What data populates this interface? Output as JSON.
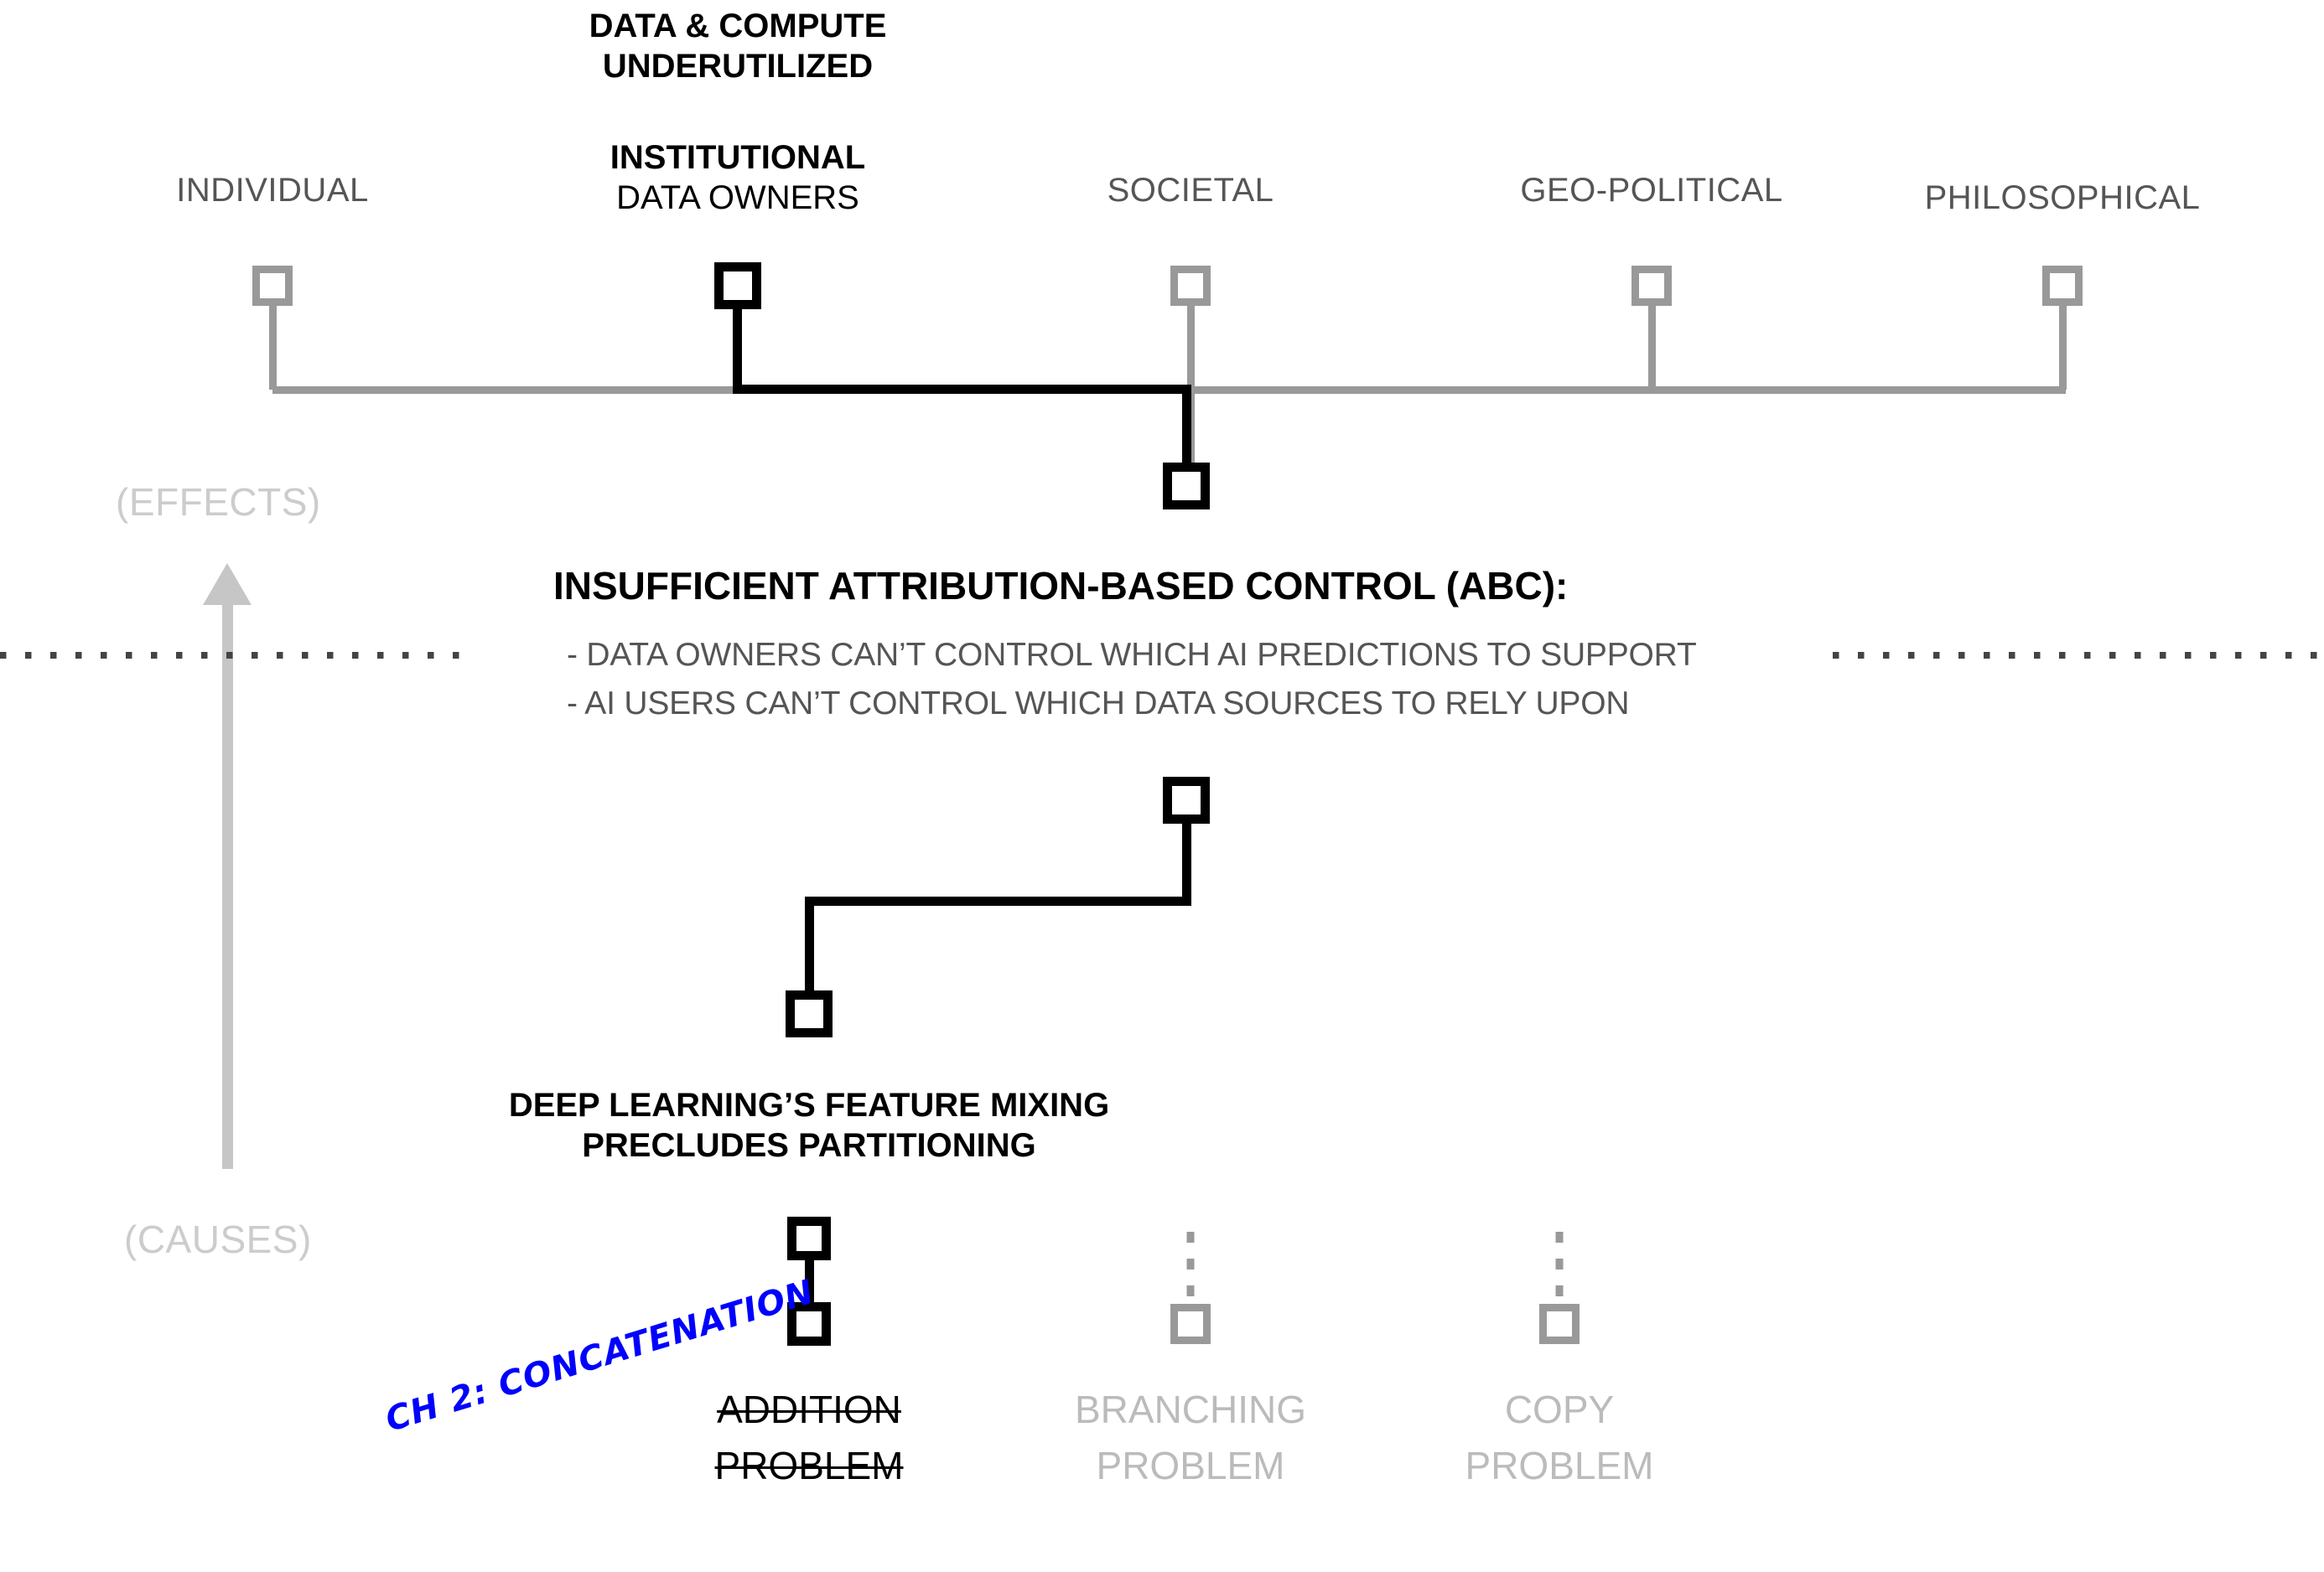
{
  "diagram": {
    "title_top": {
      "line1": "DATA & COMPUTE",
      "line2": "UNDERUTILIZED"
    },
    "tiers": [
      {
        "label": "INDIVIDUAL",
        "emphasis": "normal"
      },
      {
        "label": "INSTITUTIONAL",
        "sublabel": "DATA OWNERS",
        "emphasis": "bold"
      },
      {
        "label": "SOCIETAL",
        "emphasis": "normal"
      },
      {
        "label": "GEO-POLITICAL",
        "emphasis": "normal"
      },
      {
        "label": "PHILOSOPHICAL",
        "emphasis": "normal"
      }
    ],
    "axis": {
      "effects": "(EFFECTS)",
      "causes": "(CAUSES)"
    },
    "abc": {
      "title": "INSUFFICIENT ATTRIBUTION-BASED CONTROL (ABC):",
      "bullets": [
        "- DATA OWNERS CAN’T CONTROL WHICH AI PREDICTIONS TO SUPPORT",
        "- AI USERS CAN’T CONTROL WHICH DATA SOURCES TO RELY UPON"
      ]
    },
    "cause_block": {
      "line1": "DEEP LEARNING’S FEATURE MIXING",
      "line2": "PRECLUDES PARTITIONING"
    },
    "leaves": [
      {
        "line1": "ADDITION",
        "line2": "PROBLEM",
        "state": "struck"
      },
      {
        "line1": "BRANCHING",
        "line2": "PROBLEM",
        "state": "faded"
      },
      {
        "line1": "COPY",
        "line2": "PROBLEM",
        "state": "faded"
      }
    ],
    "annotation": {
      "text": "CH 2: CONCATENATION",
      "color": "#0000FF"
    },
    "colors": {
      "line_gray": "#999999",
      "line_black": "#000000",
      "label_gray": "#555555",
      "pale_gray": "#bbbbbb",
      "axis_gray": "#cccccc",
      "dash_dark": "#444444",
      "annotation_blue": "#0000ff"
    }
  }
}
